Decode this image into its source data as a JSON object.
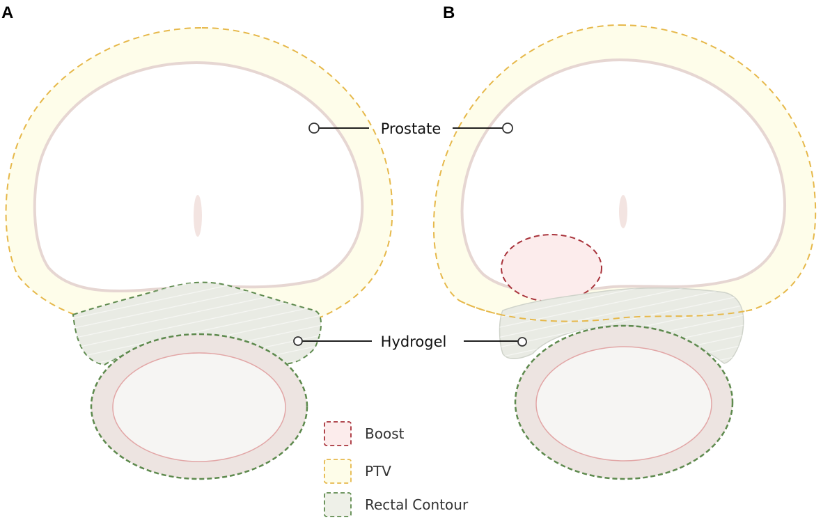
{
  "panels": {
    "left": {
      "letter": "A"
    },
    "right": {
      "letter": "B"
    }
  },
  "callouts": {
    "prostate": "Prostate",
    "hydrogel": "Hydrogel"
  },
  "legend": {
    "items": [
      {
        "label": "Boost",
        "fill": "#fcecec",
        "stroke": "#a8323a"
      },
      {
        "label": "PTV",
        "fill": "#fefde9",
        "stroke": "#e6b84a"
      },
      {
        "label": "Rectal Contour",
        "fill": "#eef0e8",
        "stroke": "#5e8a4e"
      }
    ]
  },
  "colors": {
    "ptv_fill": "#fefdea",
    "ptv_stroke": "#e6b84a",
    "prostate_stroke": "#e6d6d2",
    "boost_fill": "#fcecec",
    "boost_stroke": "#a8323a",
    "hydrogel_fill": "#e9ebe4",
    "rectal_stroke": "#5e8a4e",
    "rectum_wall_fill": "#ede4e1",
    "rectum_inner_fill": "#f6f5f3",
    "rectum_line": "#e2a6a6"
  }
}
